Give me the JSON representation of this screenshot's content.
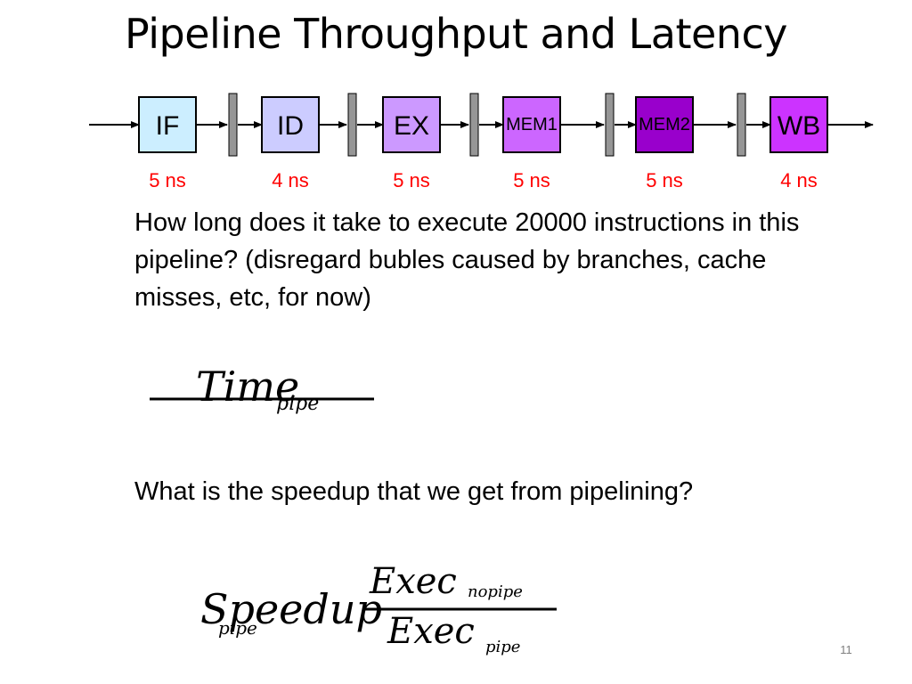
{
  "slide": {
    "title": "Pipeline Throughput and Latency",
    "page_number": "11"
  },
  "pipeline": {
    "stages": [
      {
        "label": "IF",
        "time": "5 ns",
        "fill": "#cceeff",
        "large": true
      },
      {
        "label": "ID",
        "time": "4 ns",
        "fill": "#ccccff",
        "large": true
      },
      {
        "label": "EX",
        "time": "5 ns",
        "fill": "#cc99ff",
        "large": true
      },
      {
        "label": "MEM1",
        "time": "5 ns",
        "fill": "#cc66ff",
        "large": false
      },
      {
        "label": "MEM2",
        "time": "5 ns",
        "fill": "#9900cc",
        "large": false
      },
      {
        "label": "WB",
        "time": "4 ns",
        "fill": "#cc33ff",
        "large": true
      }
    ],
    "latch_color": "#969696",
    "time_color": "#ff0000"
  },
  "questions": {
    "q1": "How long does it take to execute 20000 instructions in this pipeline? (disregard bubles caused by branches, cache misses, etc, for now)",
    "q2": "What is the speedup that we get from pipelining?"
  },
  "formulas": {
    "f1_main": "Time",
    "f1_sub": "pipe",
    "f2_top": "Exec",
    "f2_top_sub": "nopipe",
    "f2_left": "Speedup",
    "f2_left_sub": "pipe",
    "f2_bottom": "Exec",
    "f2_bottom_sub": "pipe"
  }
}
